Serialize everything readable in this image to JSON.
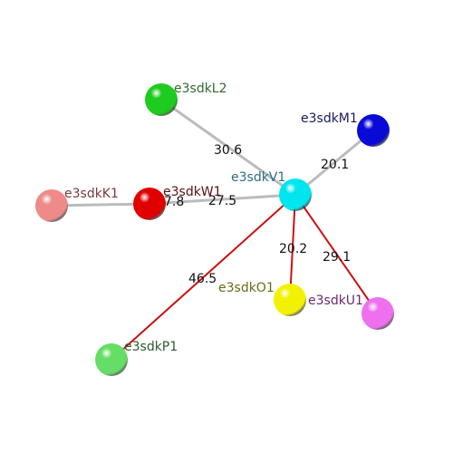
{
  "diagram": {
    "nodes": [
      {
        "id": "V1",
        "label": "e3sdkV1",
        "color": "#00e5ee",
        "label_color": "#2a6f7a"
      },
      {
        "id": "L2",
        "label": "e3sdkL2",
        "color": "#1ecb1e",
        "label_color": "#2e6b2e"
      },
      {
        "id": "M1",
        "label": "e3sdkM1",
        "color": "#0a0ad8",
        "label_color": "#1a1a5a"
      },
      {
        "id": "K1",
        "label": "e3sdkK1",
        "color": "#ee8a8a",
        "label_color": "#7a3a3a"
      },
      {
        "id": "W1",
        "label": "e3sdkW1",
        "color": "#e00000",
        "label_color": "#5a1010"
      },
      {
        "id": "O1",
        "label": "e3sdkO1",
        "color": "#f2f200",
        "label_color": "#6a6a1a"
      },
      {
        "id": "U1",
        "label": "e3sdkU1",
        "color": "#ee70ee",
        "label_color": "#6a2a6a"
      },
      {
        "id": "P1",
        "label": "e3sdkP1",
        "color": "#66dd66",
        "label_color": "#2e5a2e"
      }
    ],
    "edges": [
      {
        "from": "V1",
        "to": "L2",
        "distance": "30.6",
        "color": "#bbbbbb"
      },
      {
        "from": "V1",
        "to": "M1",
        "distance": "20.1",
        "color": "#bbbbbb"
      },
      {
        "from": "V1",
        "to": "W1",
        "distance": "27.5",
        "color": "#bbbbbb"
      },
      {
        "from": "W1",
        "to": "K1",
        "distance": "7.8",
        "color": "#bbbbbb"
      },
      {
        "from": "V1",
        "to": "O1",
        "distance": "20.2",
        "color": "#cc1111"
      },
      {
        "from": "V1",
        "to": "U1",
        "distance": "29.1",
        "color": "#cc1111"
      },
      {
        "from": "V1",
        "to": "P1",
        "distance": "46.5",
        "color": "#cc1111"
      }
    ]
  }
}
